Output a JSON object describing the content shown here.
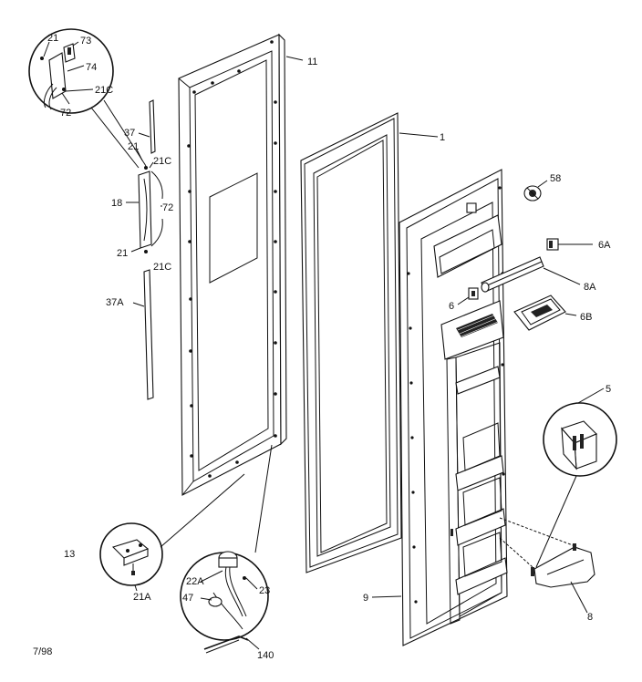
{
  "date_code": "7/98",
  "callouts": {
    "c21_top": "21",
    "c73": "73",
    "c74": "74",
    "c21c_top": "21C",
    "c72_top": "72",
    "c37": "37",
    "c21_mid": "21",
    "c21c_mid": "21C",
    "c18": "18",
    "c72_mid": "72",
    "c21_low": "21",
    "c21c_low": "21C",
    "c37a": "37A",
    "c11": "11",
    "c1": "1",
    "c58": "58",
    "c6a": "6A",
    "c8a": "8A",
    "c6": "6",
    "c6b": "6B",
    "c5": "5",
    "c13": "13",
    "c21a": "21A",
    "c22a": "22A",
    "c23": "23",
    "c47": "47",
    "c140": "140",
    "c9": "9",
    "c8": "8"
  }
}
